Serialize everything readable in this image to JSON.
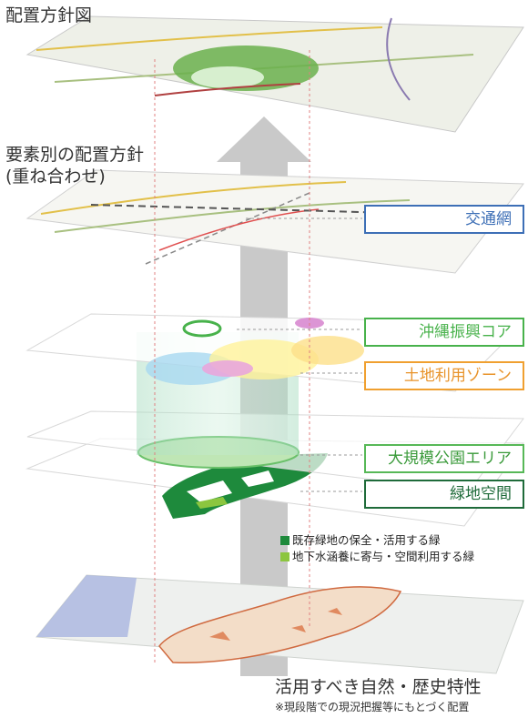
{
  "titles": {
    "top": "配置方針図",
    "middle_line1": "要素別の配置方針",
    "middle_line2": "(重ね合わせ)",
    "bottom": "活用すべき自然・歴史特性",
    "note": "※現段階での現況把握等にもとづく配置"
  },
  "labels": {
    "traffic": "交通網",
    "okinawa_core": "沖縄振興コア",
    "land_use": "土地利用ゾーン",
    "large_park": "大規模公園エリア",
    "green_space": "緑地空間"
  },
  "legend": {
    "item1": "既存緑地の保全・活用する緑",
    "item2": "地下水涵養に寄与・空間利用する緑"
  },
  "colors": {
    "traffic": "#3d6fb6",
    "okinawa_core": "#48b24b",
    "land_use": "#f0a030",
    "large_park": "#57b857",
    "green_space": "#1f6b3a",
    "legend1": "#1e8a3c",
    "legend2": "#8cc63f"
  }
}
